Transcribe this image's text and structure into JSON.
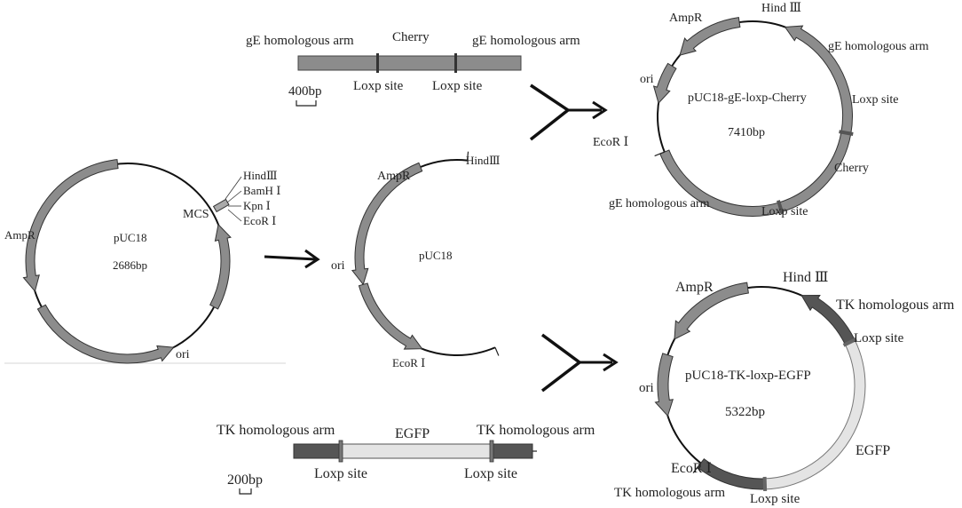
{
  "colors": {
    "segment_gray": "#8c8c8c",
    "segment_dark": "#555555",
    "segment_light": "#e4e4e4",
    "line": "#111111",
    "text": "#222222"
  },
  "top_linear": {
    "left_arm": "gE homologous arm",
    "middle": "Cherry",
    "right_arm": "gE homologous arm",
    "loxp_1": "Loxp site",
    "loxp_2": "Loxp site",
    "scale": "400bp"
  },
  "bottom_linear": {
    "left_arm": "TK homologous arm",
    "middle": "EGFP",
    "right_arm": "TK homologous arm",
    "loxp_1": "Loxp site",
    "loxp_2": "Loxp site",
    "scale": "200bp"
  },
  "puc18_plasmid": {
    "name": "pUC18",
    "size": "2686bp",
    "ampr": "AmpR",
    "ori": "ori",
    "mcs": "MCS",
    "sites": [
      "HindⅢ",
      "BamH Ⅰ",
      "Kpn Ⅰ",
      "EcoR Ⅰ"
    ]
  },
  "linearized_puc18": {
    "name": "pUC18",
    "ampr": "AmpR",
    "ori": "ori",
    "hind": "HindⅢ",
    "ecor": "EcoR Ⅰ"
  },
  "cherry_plasmid": {
    "name": "pUC18-gE-loxp-Cherry",
    "size": "7410bp",
    "ampr": "AmpR",
    "ori": "ori",
    "hind": "Hind Ⅲ",
    "ecor": "EcoR Ⅰ",
    "arm_top": "gE homologous arm",
    "arm_bottom": "gE homologous arm",
    "loxp_1": "Loxp site",
    "loxp_2": "Loxp site",
    "insert": "Cherry"
  },
  "egfp_plasmid": {
    "name": "pUC18-TK-loxp-EGFP",
    "size": "5322bp",
    "ampr": "AmpR",
    "ori": "ori",
    "hind": "Hind Ⅲ",
    "ecor": "EcoR Ⅰ",
    "arm_top": "TK homologous arm",
    "arm_bottom": "TK homologous arm",
    "loxp_1": "Loxp site",
    "loxp_2": "Loxp site",
    "insert": "EGFP"
  }
}
